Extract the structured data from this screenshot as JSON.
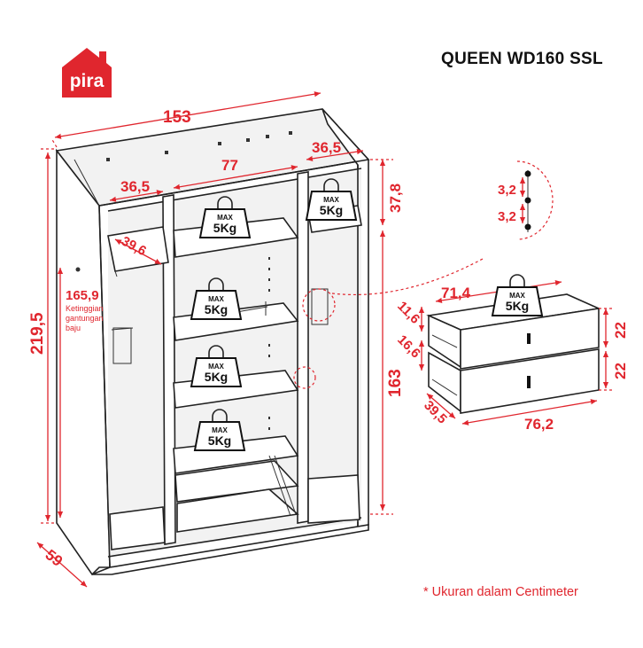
{
  "brand": {
    "logo_text": "pira"
  },
  "product": {
    "model": "QUEEN WD160 SSL"
  },
  "footnote": "* Ukuran dalam Centimeter",
  "weight_badge": {
    "line1": "MAX",
    "line2": "5Kg"
  },
  "dimensions": {
    "total_width": "153",
    "total_height": "219,5",
    "depth": "59",
    "middle_width": "77",
    "side_width_left": "36,5",
    "side_width_right": "36,5",
    "side_shelf_depth": "39,6",
    "top_height": "37,8",
    "hanging_height_value": "165,9",
    "hanging_height_label_1": "Ketinggian",
    "hanging_height_label_2": "gantungan",
    "hanging_height_label_3": "baju",
    "inner_height": "163",
    "shelf_gap_1": "3,2",
    "shelf_gap_2": "3,2",
    "drawer_inner_width": "71,4",
    "drawer_inner_height_top": "11,6",
    "drawer_inner_height_bottom": "16,6",
    "drawer_depth": "39,5",
    "drawer_front_width": "76,2",
    "drawer_front_height_top": "22",
    "drawer_front_height_bottom": "22"
  },
  "colors": {
    "brand": "#e0262e",
    "dimension": "#e0262e",
    "line": "#222222"
  }
}
